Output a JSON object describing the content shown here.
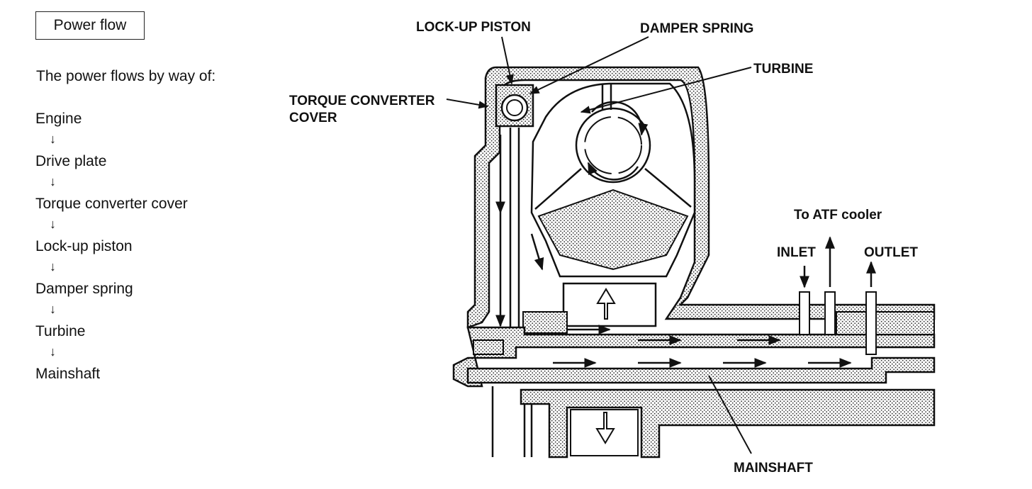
{
  "panel": {
    "title": "Power flow",
    "intro": "The power flows by way of:",
    "steps": [
      "Engine",
      "Drive plate",
      "Torque converter cover",
      "Lock-up piston",
      "Damper spring",
      "Turbine",
      "Mainshaft"
    ],
    "arrow_glyph": "↓"
  },
  "diagram": {
    "labels": {
      "lockup_piston": "LOCK-UP PISTON",
      "damper_spring": "DAMPER SPRING",
      "turbine": "TURBINE",
      "torque_converter_cover_1": "TORQUE CONVERTER",
      "torque_converter_cover_2": "COVER",
      "atf_cooler": "To ATF cooler",
      "inlet": "INLET",
      "outlet": "OUTLET",
      "mainshaft": "MAINSHAFT"
    }
  }
}
